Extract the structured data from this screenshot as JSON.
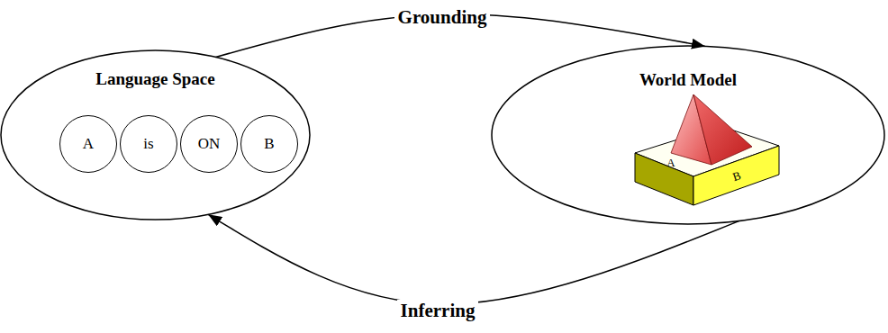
{
  "diagram": {
    "nodes": [
      {
        "text": [
          "Language Space"
        ]
      },
      {
        "text": [
          "A"
        ],
        "in": 0
      },
      {
        "text": [
          "is"
        ],
        "in": 0
      },
      {
        "text": [
          "ON"
        ],
        "in": 0
      },
      {
        "text": [
          "B"
        ],
        "in": 0
      },
      {
        "text": [
          "World Model"
        ]
      }
    ],
    "edges": [
      {
        "from": 0,
        "to": 5,
        "label": "Grounding",
        "arrow": "to"
      },
      {
        "from": 5,
        "to": 0,
        "label": "Inferring",
        "arrow": "to"
      }
    ],
    "labels": [
      "A",
      "B"
    ]
  }
}
